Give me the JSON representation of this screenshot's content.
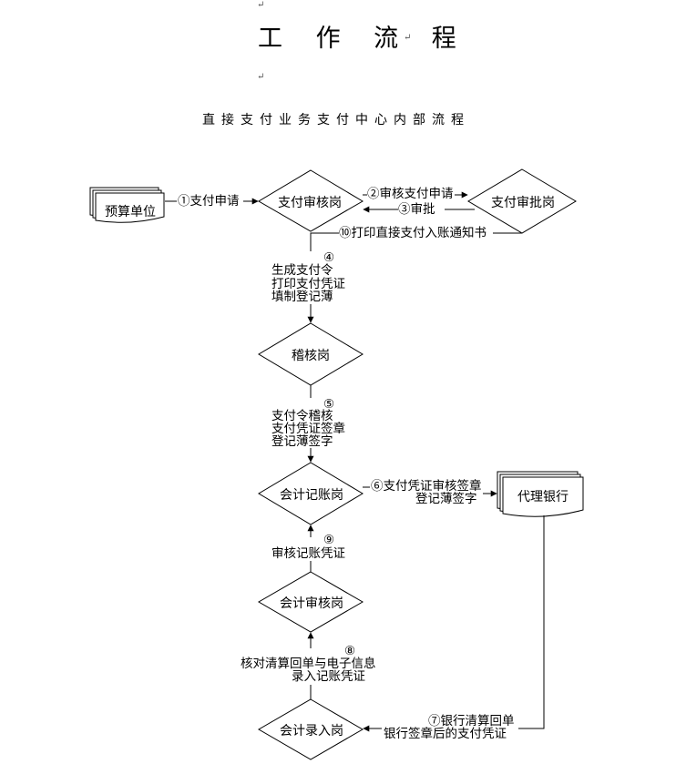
{
  "doc": {
    "title": "工 作 流 程",
    "paragraph_mark": "↵",
    "subtitle": "直接支付业务支付中心内部流程"
  },
  "nodes": {
    "budget_unit": "预算单位",
    "payment_review": "支付审核岗",
    "payment_approval": "支付审批岗",
    "audit_check": "稽核岗",
    "accounting_booking": "会计记账岗",
    "agent_bank": "代理银行",
    "accounting_review": "会计审核岗",
    "accounting_entry": "会计录入岗"
  },
  "edges": {
    "e1": "①支付申请",
    "e2": "②审核支付申请",
    "e3": "③审批",
    "e10": "⑩打印直接支付入账通知书",
    "e4_num": "④",
    "e4_lines": [
      "生成支付令",
      "打印支付凭证",
      "填制登记薄"
    ],
    "e5_num": "⑤",
    "e5_lines": [
      "支付令稽核",
      "支付凭证签章",
      "登记薄签字"
    ],
    "e6_lines": [
      "⑥支付凭证审核签章",
      "登记薄签字"
    ],
    "e9_num": "⑨",
    "e9_lines": [
      "审核记账凭证"
    ],
    "e8_num": "⑧",
    "e8_lines": [
      "核对清算回单与电子信息",
      "录入记账凭证"
    ],
    "e7_lines": [
      "⑦银行清算回单",
      "银行签章后的支付凭证"
    ]
  }
}
